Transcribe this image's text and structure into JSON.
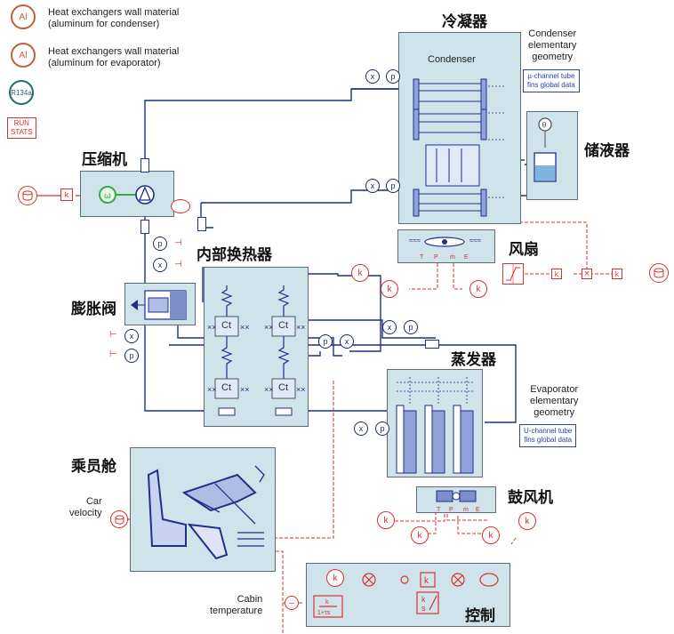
{
  "legend": {
    "wall_condenser": {
      "symbol": "Al",
      "text": [
        "Heat exchangers wall material",
        "(aluminum for condenser)"
      ]
    },
    "wall_evaporator": {
      "symbol": "Al",
      "text": [
        "Heat exchangers wall material",
        "(aluminum for evaporator)"
      ]
    },
    "refrigerant": "R134a",
    "run_stats": [
      "RUN",
      "STATS"
    ]
  },
  "components": {
    "compressor": "压缩机",
    "condenser_cn": "冷凝器",
    "condenser_en": "Condenser",
    "receiver": "储液器",
    "fan": "风扇",
    "internal_hx": "内部换热器",
    "expansion_valve": "膨胀阀",
    "evaporator": "蒸发器",
    "blower": "鼓风机",
    "cabin": "乘员舱",
    "control": "控制"
  },
  "geometry_notes": {
    "condenser_title": [
      "Condenser",
      "elementary",
      "geometry"
    ],
    "condenser_box": [
      "µ-channel tube",
      "fins global data"
    ],
    "evaporator_title": [
      "Evaporator",
      "elementary",
      "geometry"
    ],
    "evaporator_box": [
      "U-channel tube",
      "fins global data"
    ]
  },
  "io_labels": {
    "car_velocity": [
      "Car",
      "velocity"
    ],
    "cabin_temperature": [
      "Cabin",
      "temperature"
    ]
  },
  "sensor_symbols": {
    "quality": "x",
    "pressure": "p",
    "gain": "k",
    "thermal": "θ"
  },
  "block_symbols": {
    "internal_hx_cell": "Ct"
  },
  "control_blocks": {
    "gain": "k",
    "lag": [
      "k",
      "1+τs"
    ],
    "integrator": [
      "k",
      "s"
    ]
  },
  "colors": {
    "fluid_line": "#1f2f8c",
    "signal_line": "#d8312f",
    "component_fill": "#cfe3ea",
    "wall": "#c25e38",
    "refrigerant": "#1e6a7a"
  }
}
